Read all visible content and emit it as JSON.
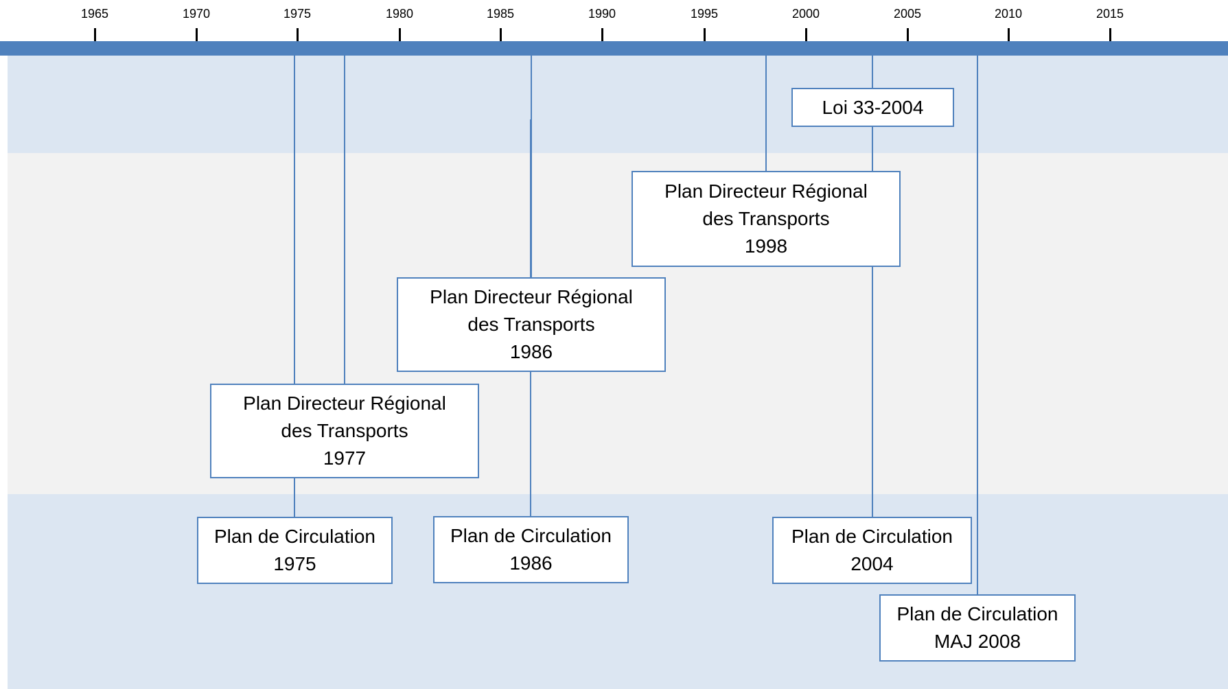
{
  "timeline": {
    "ticks": [
      "1965",
      "1970",
      "1975",
      "1980",
      "1985",
      "1990",
      "1995",
      "2000",
      "2005",
      "2010",
      "2015"
    ]
  },
  "events": [
    {
      "id": "loi-2004",
      "lines": [
        "Loi 33-2004"
      ]
    },
    {
      "id": "pdrt-1998",
      "lines": [
        "Plan Directeur Régional",
        "des Transports",
        "1998"
      ]
    },
    {
      "id": "pdrt-1986",
      "lines": [
        "Plan Directeur Régional",
        "des Transports",
        "1986"
      ]
    },
    {
      "id": "pdrt-1977",
      "lines": [
        "Plan Directeur Régional",
        "des Transports",
        "1977"
      ]
    },
    {
      "id": "pc-1975",
      "lines": [
        "Plan de Circulation",
        "1975"
      ]
    },
    {
      "id": "pc-1986",
      "lines": [
        "Plan de Circulation",
        "1986"
      ]
    },
    {
      "id": "pc-2004",
      "lines": [
        "Plan de Circulation",
        "2004"
      ]
    },
    {
      "id": "pc-2008",
      "lines": [
        "Plan de Circulation",
        "MAJ 2008"
      ]
    }
  ],
  "colors": {
    "axis": "#4f81bd",
    "band_light_blue": "#dce6f2",
    "band_gray": "#f2f2f2",
    "box_border": "#4f81bd"
  }
}
